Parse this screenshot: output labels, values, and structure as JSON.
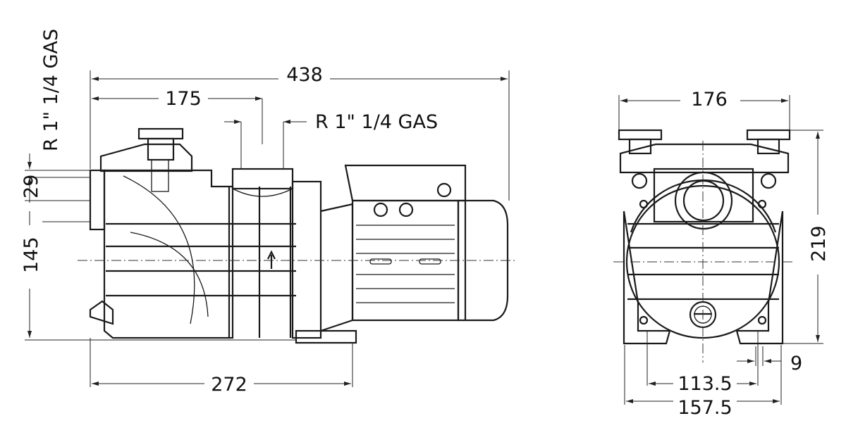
{
  "side_view": {
    "overall_length": "438",
    "inlet_to_outlet": "175",
    "outlet_thread": "R 1\" 1/4 GAS",
    "inlet_thread": "R 1\" 1/4 GAS",
    "inlet_offset": "29",
    "inlet_height": "145",
    "base_length": "272"
  },
  "front_view": {
    "width": "176",
    "height": "219",
    "foot_slot": "9",
    "hole_spacing": "113.5",
    "base_width": "157.5"
  }
}
